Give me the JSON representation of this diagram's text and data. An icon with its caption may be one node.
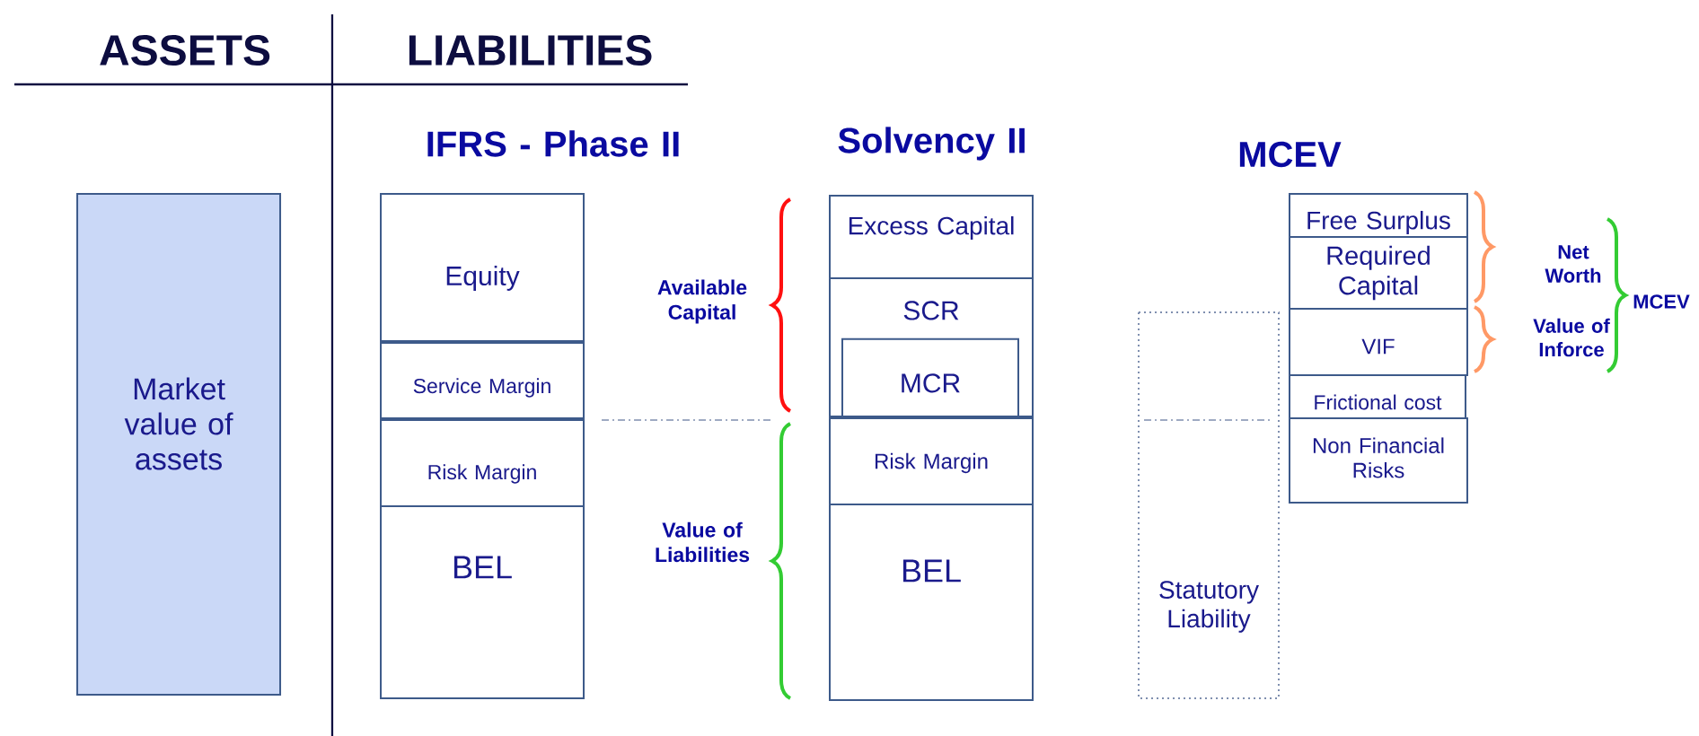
{
  "diagram": {
    "nodes": [
      {
        "text": [
          "Market value of assets"
        ]
      },
      {
        "text": [
          "Equity"
        ]
      },
      {
        "text": [
          "Service Margin"
        ]
      },
      {
        "text": [
          "Risk Margin"
        ]
      },
      {
        "text": [
          "BEL"
        ]
      },
      {
        "text": [
          "Excess Capital"
        ]
      },
      {
        "text": [
          "SCR"
        ]
      },
      {
        "text": [
          "MCR"
        ],
        "in": 6
      },
      {
        "text": [
          "Risk Margin"
        ]
      },
      {
        "text": [
          "BEL"
        ]
      },
      {
        "text": [
          "Statutory Liability"
        ]
      },
      {
        "text": [
          "Free Surplus"
        ]
      },
      {
        "text": [
          "Required Capital"
        ]
      },
      {
        "text": [
          "VIF"
        ]
      },
      {
        "text": [
          "Frictional cost"
        ]
      },
      {
        "text": [
          "Non Financial Risks"
        ]
      }
    ],
    "labels": [
      "ASSETS",
      "LIABILITIES",
      "IFRS  - Phase II",
      "Solvency II",
      "MCEV",
      "Available Capital",
      "Value of Liabilities",
      "Net Worth",
      "Value of Inforce",
      "MCEV"
    ]
  }
}
